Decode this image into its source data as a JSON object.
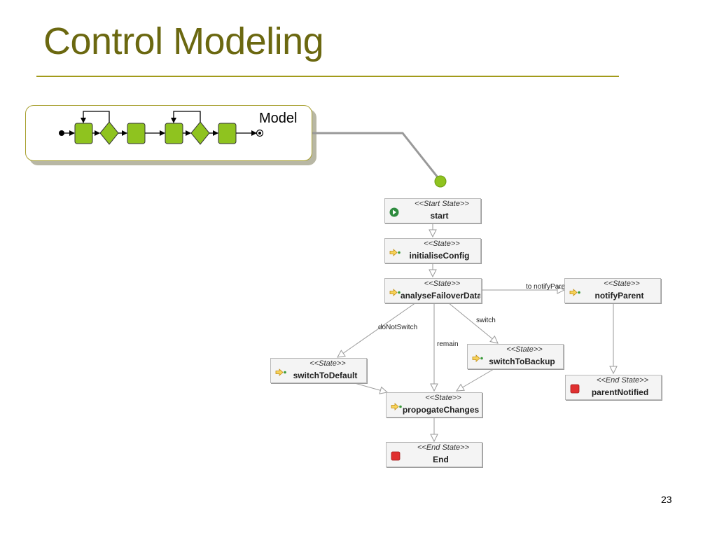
{
  "slide": {
    "title": "Control Modeling",
    "page_number": "23",
    "callout_label": "Model"
  },
  "colors": {
    "title": "#6b6810",
    "rule": "#a29a1a",
    "model_node": "#8fc31f",
    "connector": "#9a9a9a",
    "end_icon": "#e03030",
    "start_icon": "#2e8b3e"
  },
  "states": {
    "start": {
      "stereotype": "<<Start State>>",
      "name": "start",
      "icon": "start-state-icon"
    },
    "initialiseConfig": {
      "stereotype": "<<State>>",
      "name": "initialiseConfig",
      "icon": "state-arrow-icon"
    },
    "analyseFailoverData": {
      "stereotype": "<<State>>",
      "name": "analyseFailoverData",
      "icon": "state-arrow-icon"
    },
    "notifyParent": {
      "stereotype": "<<State>>",
      "name": "notifyParent",
      "icon": "state-arrow-icon"
    },
    "switchToBackup": {
      "stereotype": "<<State>>",
      "name": "switchToBackup",
      "icon": "state-arrow-icon"
    },
    "switchToDefault": {
      "stereotype": "<<State>>",
      "name": "switchToDefault",
      "icon": "state-arrow-icon"
    },
    "propogateChanges": {
      "stereotype": "<<State>>",
      "name": "propogateChanges",
      "icon": "state-arrow-icon"
    },
    "parentNotified": {
      "stereotype": "<<End State>>",
      "name": "parentNotified",
      "icon": "end-state-icon"
    },
    "end": {
      "stereotype": "<<End State>>",
      "name": "End",
      "icon": "end-state-icon"
    }
  },
  "transitions": {
    "to_notify_parent": "to notifyParent",
    "switch": "switch",
    "do_not_switch": "doNotSwitch",
    "remain": "remain"
  }
}
